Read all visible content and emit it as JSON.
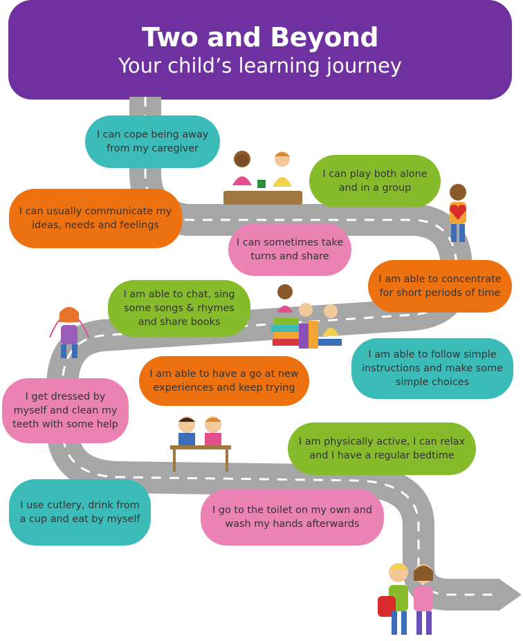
{
  "header": {
    "title": "Two and Beyond",
    "subtitle": "Your child’s learning journey"
  },
  "colors": {
    "header": "#7031a0",
    "teal": "#3bbcb8",
    "green": "#86bc2b",
    "orange": "#ee7110",
    "pink": "#ea82b3",
    "road": "#a6a6a6",
    "road_markings": "#ffffff"
  },
  "milestones": [
    {
      "text": "I can cope being away from my caregiver",
      "color": "teal"
    },
    {
      "text": "I can play both alone and in a group",
      "color": "green"
    },
    {
      "text": "I can usually communicate my ideas, needs and feelings",
      "color": "orange"
    },
    {
      "text": "I can sometimes take turns and share",
      "color": "pink"
    },
    {
      "text": "I am able to concentrate for short periods of time",
      "color": "orange"
    },
    {
      "text": "I am able to chat, sing some songs & rhymes and share books",
      "color": "green"
    },
    {
      "text": "I am able to follow simple instructions and make some simple choices",
      "color": "teal"
    },
    {
      "text": "I am able to have a go at new experiences and keep trying",
      "color": "orange"
    },
    {
      "text": "I get dressed by myself and clean my teeth with some help",
      "color": "pink"
    },
    {
      "text": "I am physically active, I can relax and I have a regular bedtime",
      "color": "green"
    },
    {
      "text": "I use cutlery, drink from a cup and eat by myself",
      "color": "teal"
    },
    {
      "text": "I go to the toilet on my own and wash my hands afterwards",
      "color": "pink"
    }
  ],
  "illustrations": [
    "children-in-sandpit-icon",
    "child-holding-heart-icon",
    "children-reading-books-icon",
    "girl-skipping-rope-icon",
    "children-eating-at-table-icon",
    "children-with-backpack-icon"
  ]
}
